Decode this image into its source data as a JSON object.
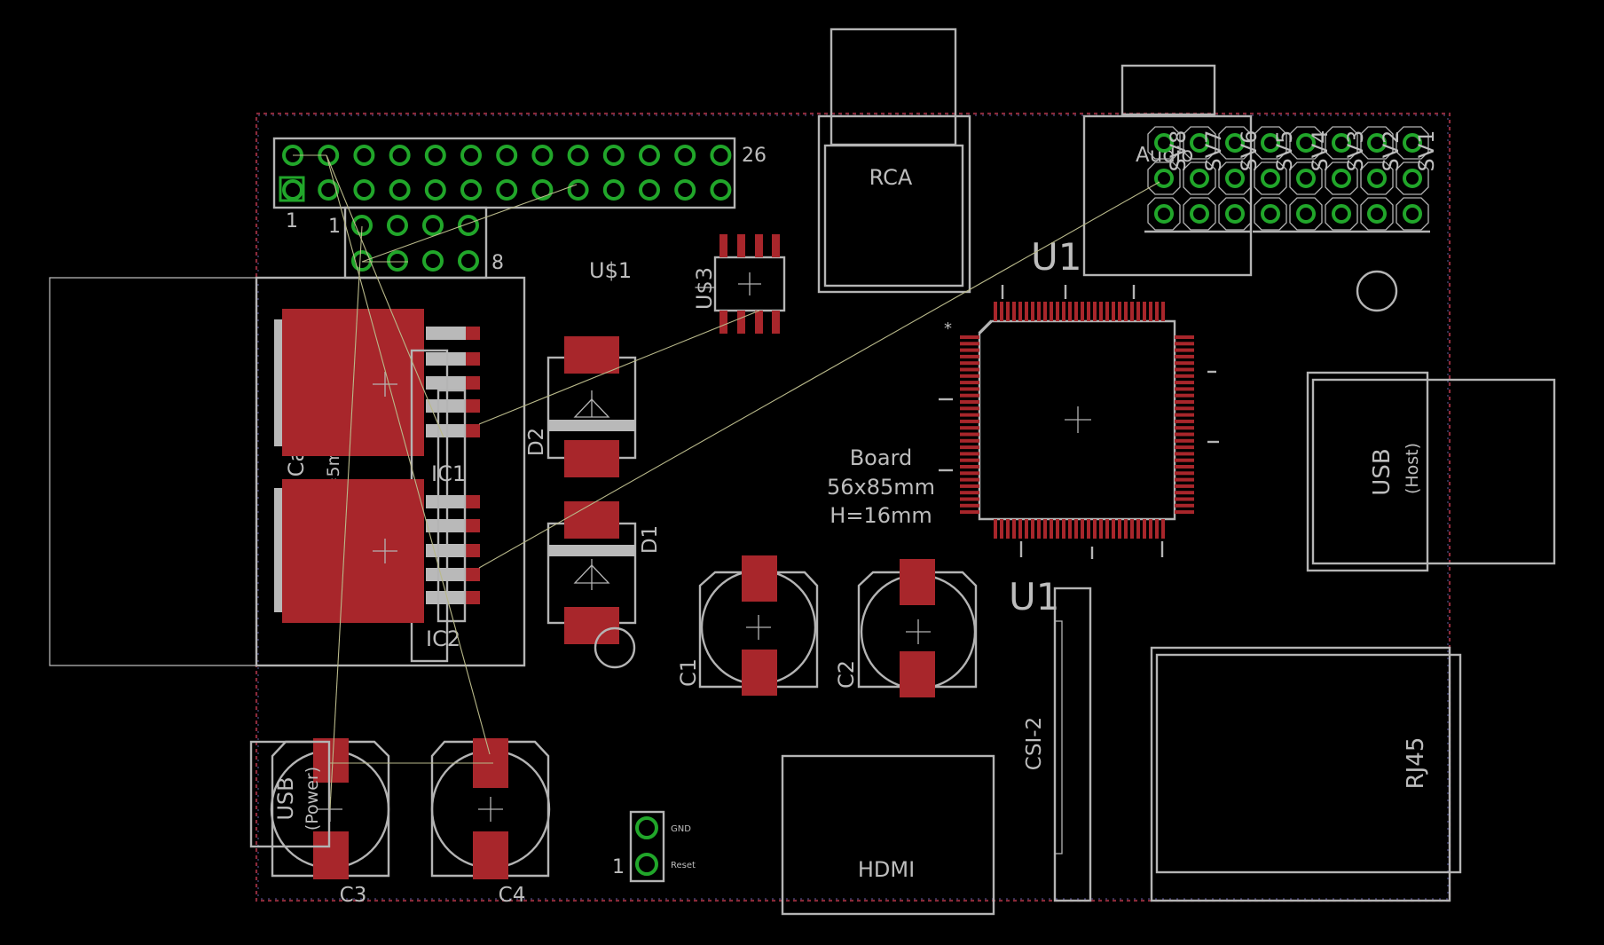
{
  "colors": {
    "background": "#000000",
    "silkscreen": "#b4b4b4",
    "copper_pad": "#a8262b",
    "via_ring": "#21a62a",
    "airwire": "#b9b98a",
    "board_outline_dash": "#8a2a3a"
  },
  "components": {
    "rca": "RCA",
    "usb_host": "USB",
    "usb_host_sub": "(Host)",
    "rj45": "RJ45",
    "hdmi": "HDMI",
    "csi": "CSI-2",
    "sd_card": "SD Card",
    "sd_card_height": "H=5mm",
    "usb_power": "USB",
    "usb_power_sub": "(Power)",
    "audio": "Audio",
    "u1_top": "U1",
    "u1_csi": "U1",
    "u_s1": "U$1",
    "u_s3": "U$3",
    "ic1": "IC1",
    "ic2": "IC2",
    "d1": "D1",
    "d2": "D2",
    "c1": "C1",
    "c2": "C2",
    "c3": "C3",
    "c4": "C4",
    "gnd": "GND",
    "reset": "Reset",
    "pin1_reset": "1",
    "star": "*"
  },
  "board_info": {
    "line1": "Board",
    "line2": "56x85mm",
    "line3": "H=16mm"
  },
  "header": {
    "pin26": "26",
    "pin1": "1",
    "sub_pin1": "1",
    "sub_pin8": "8"
  },
  "jumpers": [
    "SV8",
    "SV7",
    "SV6",
    "SV5",
    "SV4",
    "SV3",
    "SV2",
    "SV1"
  ]
}
